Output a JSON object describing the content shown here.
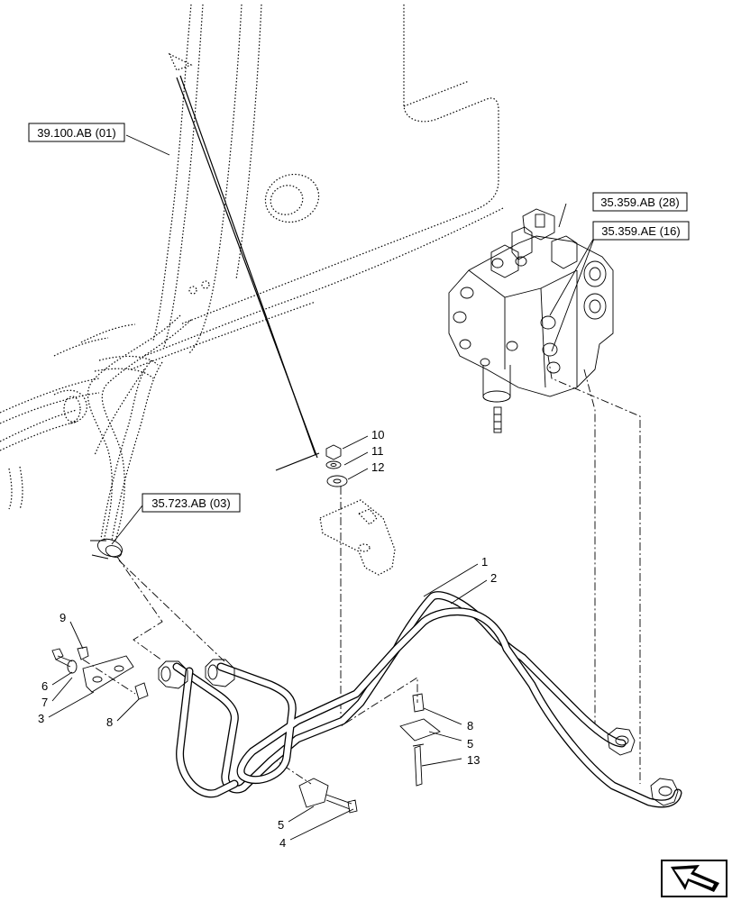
{
  "references": [
    {
      "id": "ref-39-100",
      "label": "39.100.AB (01)"
    },
    {
      "id": "ref-35-359-ab",
      "label": "35.359.AB (28)"
    },
    {
      "id": "ref-35-359-ae",
      "label": "35.359.AE (16)"
    },
    {
      "id": "ref-35-723",
      "label": "35.723.AB (03)"
    }
  ],
  "callouts": {
    "c1": "1",
    "c2": "2",
    "c3": "3",
    "c4": "4",
    "c5a": "5",
    "c5b": "5",
    "c6": "6",
    "c7": "7",
    "c8a": "8",
    "c8b": "8",
    "c9": "9",
    "c10": "10",
    "c11": "11",
    "c12": "12",
    "c13": "13"
  },
  "icons": {
    "nav": "next-page-arrow-icon"
  }
}
